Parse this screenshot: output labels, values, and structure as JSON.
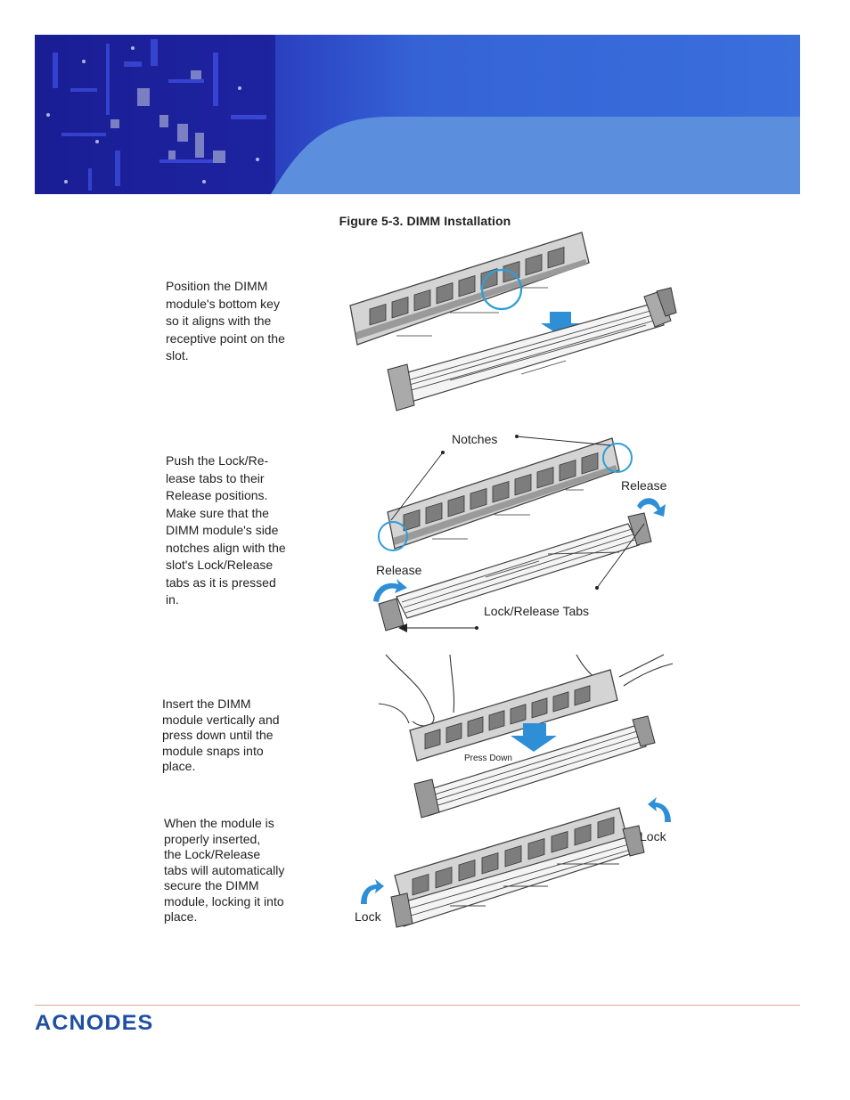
{
  "figure_title": "Figure 5-3. DIMM Installation",
  "steps": [
    {
      "text": "Position the DIMM\nmodule's bottom key\nso it aligns with the\nreceptive point on the\nslot."
    },
    {
      "text": "Push the Lock/Re-\nlease tabs to their\nRelease positions.\nMake sure that the\nDIMM module's side\nnotches align with the\nslot's Lock/Release\ntabs as it is pressed\nin."
    },
    {
      "text": "Insert the DIMM\nmodule vertically and\npress down until the\nmodule snaps into\nplace."
    },
    {
      "text": "When the module is\nproperly inserted,\nthe Lock/Release\ntabs will automatically\nsecure the DIMM\nmodule, locking it into\nplace."
    }
  ],
  "callouts": {
    "notches": "Notches",
    "release_right": "Release",
    "release_left": "Release",
    "lock_release_tabs": "Lock/Release Tabs",
    "press_down": "Press Down",
    "lock_right": "Lock",
    "lock_left": "Lock"
  },
  "footer": {
    "logo": "ACNODES"
  },
  "colors": {
    "banner_dark": "#1a1f8a",
    "banner_light": "#5b8fde",
    "arrow_blue": "#2e8fd6",
    "footer_rule": "#e2a48f",
    "logo_blue": "#1f4fa3"
  }
}
